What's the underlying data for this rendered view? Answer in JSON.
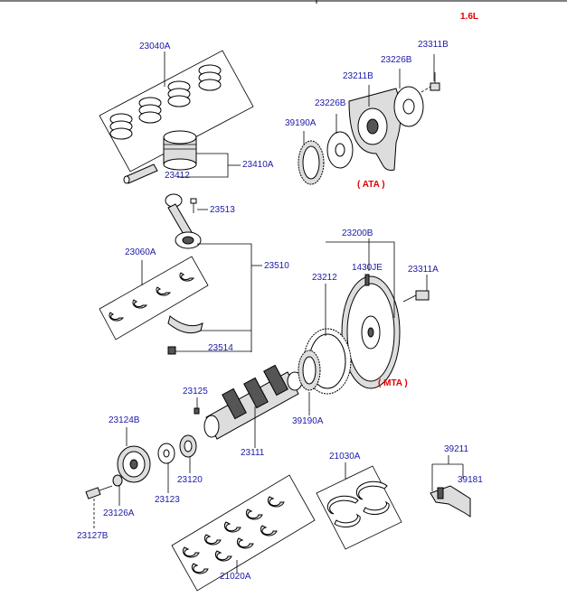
{
  "header": {
    "engine": "1.6L"
  },
  "labels": {
    "l23040A": "23040A",
    "l23410A": "23410A",
    "l23412": "23412",
    "l23513": "23513",
    "l23510": "23510",
    "l23060A": "23060A",
    "l23514": "23514",
    "l23125": "23125",
    "l23124B": "23124B",
    "l23111": "23111",
    "l23120": "23120",
    "l23123": "23123",
    "l23126A": "23126A",
    "l23127B": "23127B",
    "l21020A": "21020A",
    "l21030A": "21030A",
    "l39211": "39211",
    "l39181": "39181",
    "l39190A_mta": "39190A",
    "l23311B": "23311B",
    "l23226B_top": "23226B",
    "l23211B": "23211B",
    "l23226B_left": "23226B",
    "l39190A_ata": "39190A",
    "l23200B": "23200B",
    "l23212": "23212",
    "l1430JE": "1430JE",
    "l23311A": "23311A"
  },
  "variants": {
    "ata": "( ATA )",
    "mta": "( MTA )"
  },
  "colors": {
    "label": "#1a1aa8",
    "accent": "#e00000",
    "line": "#000000"
  }
}
